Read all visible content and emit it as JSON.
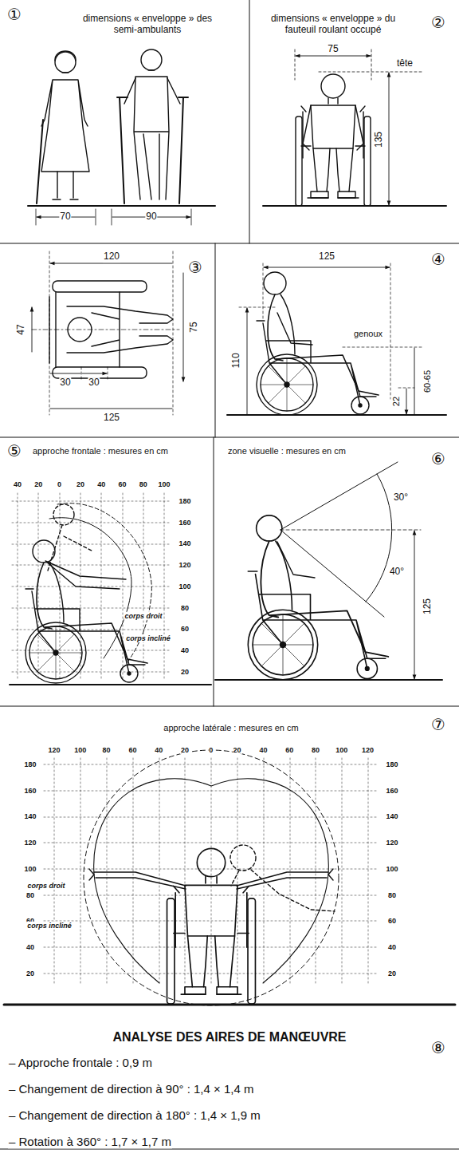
{
  "diagram": {
    "title": "ANALYSE DES AIRES DE MANŒUVRE",
    "labels": [
      "①",
      "dimensions « enveloppe » des semi-ambulants",
      "70",
      "90",
      "②",
      "dimensions « enveloppe » du fauteuil roulant occupé",
      "75",
      "tête",
      "135",
      "③",
      "120",
      "47",
      "75",
      "30",
      "30",
      "125",
      "④",
      "125",
      "110",
      "genoux",
      "22",
      "60-65",
      "⑤",
      "approche frontale : mesures en cm",
      "40",
      "20",
      "0",
      "20",
      "40",
      "60",
      "80",
      "100",
      "180",
      "160",
      "140",
      "120",
      "100",
      "80",
      "60",
      "40",
      "20",
      "corps droit",
      "corps incliné",
      "⑥",
      "zone visuelle : mesures en cm",
      "30°",
      "40°",
      "125",
      "⑦",
      "approche latérale : mesures en cm",
      "120",
      "100",
      "80",
      "60",
      "40",
      "20",
      "0",
      "20",
      "40",
      "60",
      "80",
      "100",
      "120",
      "180",
      "160",
      "140",
      "120",
      "100",
      "80",
      "60",
      "40",
      "20",
      "180",
      "160",
      "140",
      "120",
      "100",
      "80",
      "60",
      "40",
      "20",
      "corps droit",
      "corps incliné",
      "⑧",
      "– Approche frontale : 0,9 m",
      "– Changement de direction à 90° : 1,4 × 1,4 m",
      "– Changement de direction à 180° : 1,4 × 1,9 m",
      "– Rotation à 360° : 1,7 × 1,7 m"
    ]
  }
}
